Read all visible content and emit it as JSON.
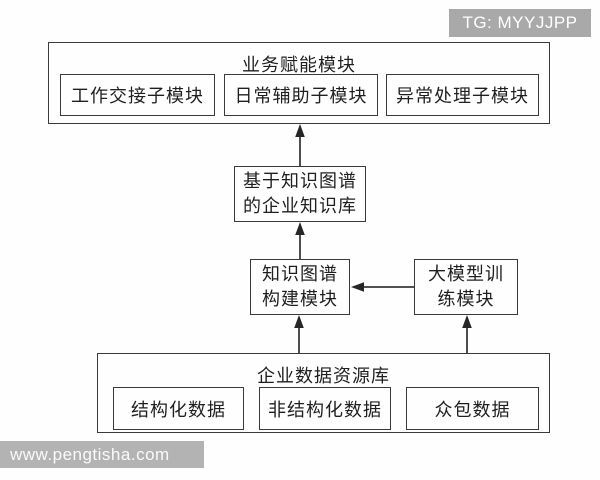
{
  "badge": {
    "text": "TG: MYYJJPP"
  },
  "watermark": {
    "text": "www.pengtisha.com"
  },
  "diagram": {
    "business_module": {
      "title": "业务赋能模块",
      "submodules": [
        {
          "label": "工作交接子模块"
        },
        {
          "label": "日常辅助子模块"
        },
        {
          "label": "异常处理子模块"
        }
      ]
    },
    "knowledge_base": {
      "line1": "基于知识图谱",
      "line2": "的企业知识库"
    },
    "kg_construction": {
      "line1": "知识图谱",
      "line2": "构建模块"
    },
    "llm_training": {
      "line1": "大模型训",
      "line2": "练模块"
    },
    "data_repository": {
      "title": "企业数据资源库",
      "sources": [
        {
          "label": "结构化数据"
        },
        {
          "label": "非结构化数据"
        },
        {
          "label": "众包数据"
        }
      ]
    },
    "connections": [
      {
        "from": "knowledge_base",
        "to": "business_module",
        "direction": "up"
      },
      {
        "from": "kg_construction",
        "to": "knowledge_base",
        "direction": "up"
      },
      {
        "from": "llm_training",
        "to": "kg_construction",
        "direction": "left"
      },
      {
        "from": "data_repository",
        "to": "kg_construction",
        "direction": "up"
      },
      {
        "from": "data_repository",
        "to": "llm_training",
        "direction": "up"
      }
    ]
  },
  "colors": {
    "line": "#3a3a3a",
    "badge_bg": "#a9a9a9",
    "watermark_bg": "#b3b3b3",
    "text": "#1f1f1f",
    "overlay_text": "#ffffff"
  }
}
